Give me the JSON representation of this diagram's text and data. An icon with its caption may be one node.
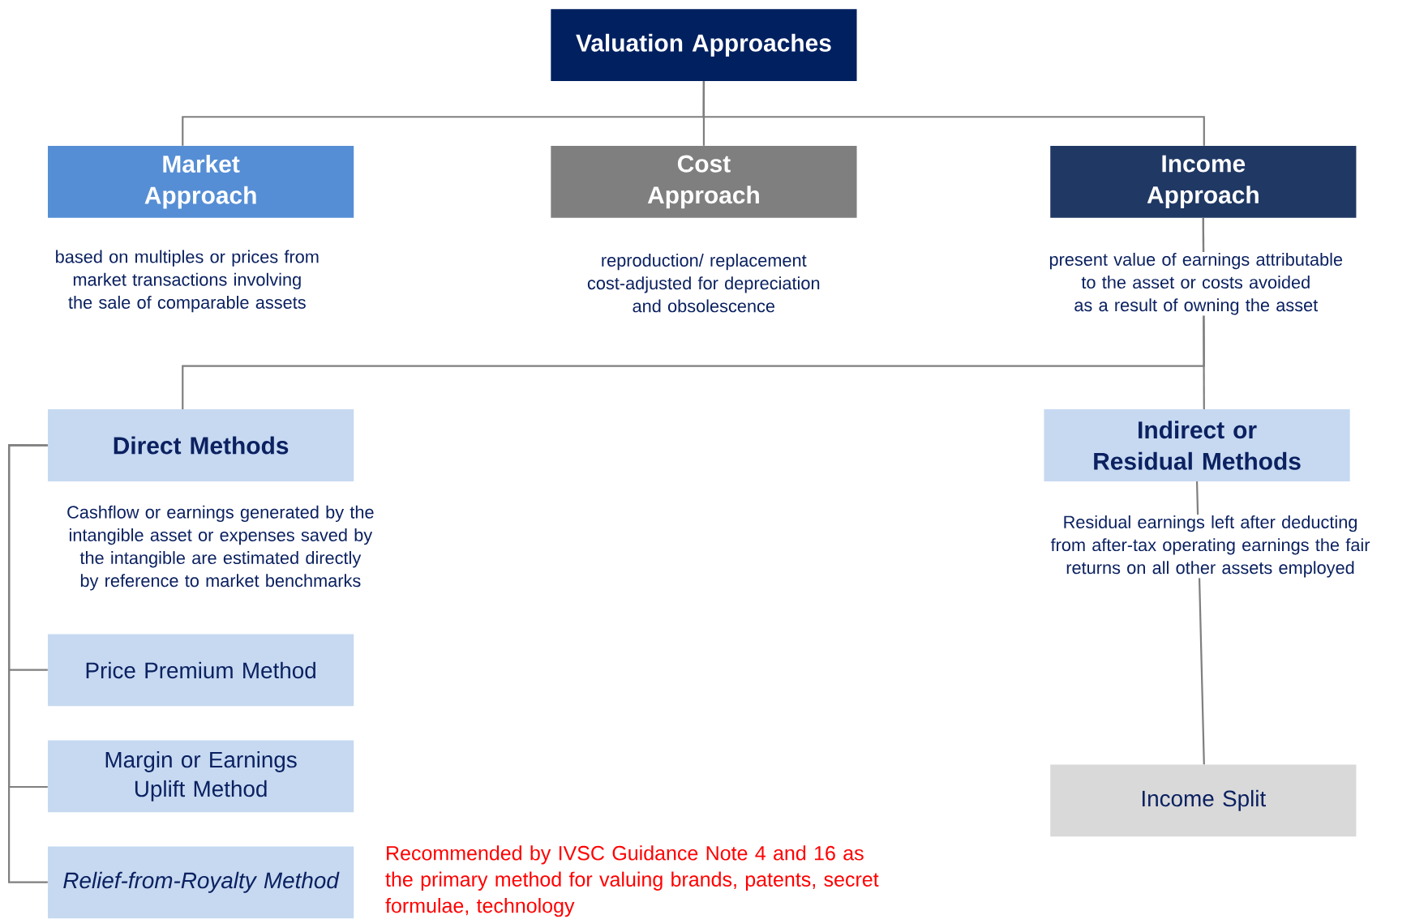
{
  "diagram": {
    "nodes": [
      {
        "text": [
          "Valuation Approaches"
        ]
      },
      {
        "text": [
          "Market Approach"
        ],
        "beside": [
          "based on multiples or prices from market transactions involving the sale of comparable assets"
        ]
      },
      {
        "text": [
          "Cost Approach"
        ],
        "beside": [
          "reproduction/ replacement cost-adjusted for depreciation and obsolescence"
        ]
      },
      {
        "text": [
          "Income Approach"
        ],
        "beside": [
          "present value of earnings attributable to the asset or costs avoided as a result of owning the asset"
        ]
      },
      {
        "text": [
          "Direct Methods"
        ],
        "beside": [
          "Cashflow or earnings generated by the intangible asset or expenses saved by the intangible are estimated directly by reference to market benchmarks"
        ]
      },
      {
        "text": [
          "Indirect or Residual Methods"
        ],
        "beside": [
          "Residual earnings left after deducting from after-tax operating earnings the fair returns on all other assets employed"
        ]
      },
      {
        "text": [
          "Price Premium Method"
        ]
      },
      {
        "text": [
          "Margin or Earnings Uplift Method"
        ]
      },
      {
        "text": [
          "Relief-from-Royalty Method"
        ],
        "beside": [
          "Recommended by IVSC Guidance Note 4 and 16 as the primary method for valuing brands, patents, secret formulae, technology"
        ]
      },
      {
        "text": [
          "Income Split"
        ]
      }
    ],
    "edges": [
      {
        "from": 0,
        "to": 1,
        "arrow": "none"
      },
      {
        "from": 0,
        "to": 2,
        "arrow": "none"
      },
      {
        "from": 0,
        "to": 3,
        "arrow": "none"
      },
      {
        "from": 3,
        "to": 4,
        "arrow": "none"
      },
      {
        "from": 3,
        "to": 5,
        "arrow": "none"
      },
      {
        "from": 4,
        "to": 6,
        "arrow": "none"
      },
      {
        "from": 4,
        "to": 7,
        "arrow": "none"
      },
      {
        "from": 4,
        "to": 8,
        "arrow": "none"
      },
      {
        "from": 5,
        "to": 9,
        "arrow": "none"
      }
    ]
  }
}
